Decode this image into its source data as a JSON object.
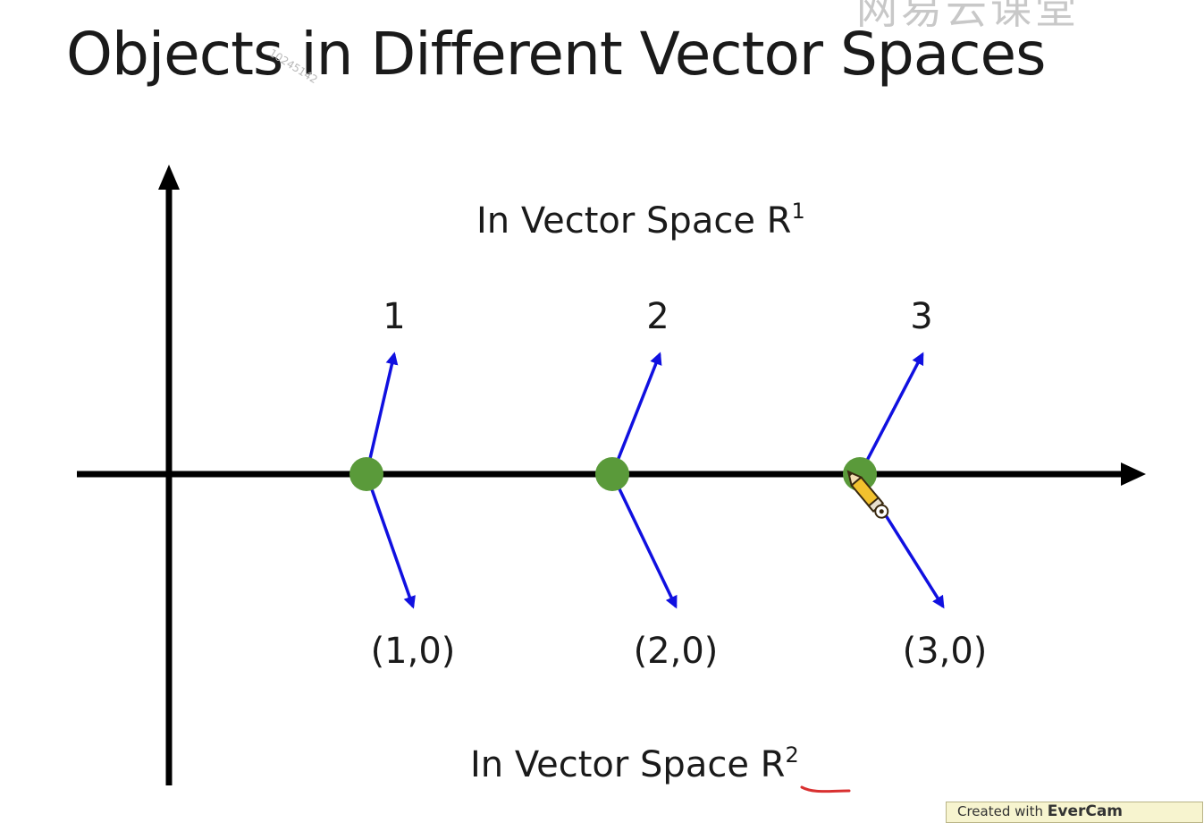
{
  "slide": {
    "title": "Objects in Different Vector Spaces"
  },
  "watermark": {
    "logo_text": "网易云课堂",
    "id_text": "10245142"
  },
  "diagram": {
    "caption_top": {
      "text": "In Vector Space R",
      "superscript": "1"
    },
    "caption_bottom": {
      "text": "In Vector Space R",
      "superscript": "2"
    },
    "points": [
      {
        "r1_label": "1",
        "r2_label": "(1,0)"
      },
      {
        "r1_label": "2",
        "r2_label": "(2,0)"
      },
      {
        "r1_label": "3",
        "r2_label": "(3,0)"
      }
    ],
    "colors": {
      "axis": "#000000",
      "vector": "#1010e0",
      "point": "#5a9a3a",
      "underline": "#d93030"
    }
  },
  "icons": {
    "cursor": "pencil-cursor-icon"
  },
  "credit": {
    "prefix": "Created with",
    "brand": "EverCam"
  }
}
